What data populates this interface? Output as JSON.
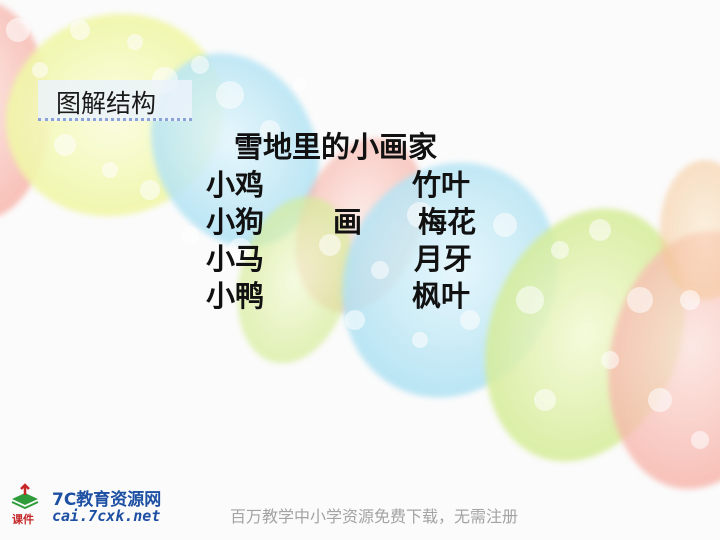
{
  "slide": {
    "section_title": "图解结构",
    "poem_title": "雪地里的小画家",
    "animals": [
      "小鸡",
      "小狗",
      "小马",
      "小鸭"
    ],
    "verb": "画",
    "drawings": [
      "竹叶",
      "梅花",
      "月牙",
      "枫叶"
    ]
  },
  "logo": {
    "name": "7C教育资源网",
    "url": "cai.7cxk.net",
    "kejian": "课件"
  },
  "footer": {
    "text": "百万教学中小学资源免费下载，无需注册"
  },
  "colors": {
    "yellow_blob": "#f1f7a0",
    "blue_blob": "#b6e6f6",
    "pink_blob": "#f8b9b1",
    "green_blob": "#dcefa0",
    "title_underline": "#8aa2d6",
    "logo_blue": "#1d4fa3",
    "footer_gray": "#a3a3a3"
  }
}
